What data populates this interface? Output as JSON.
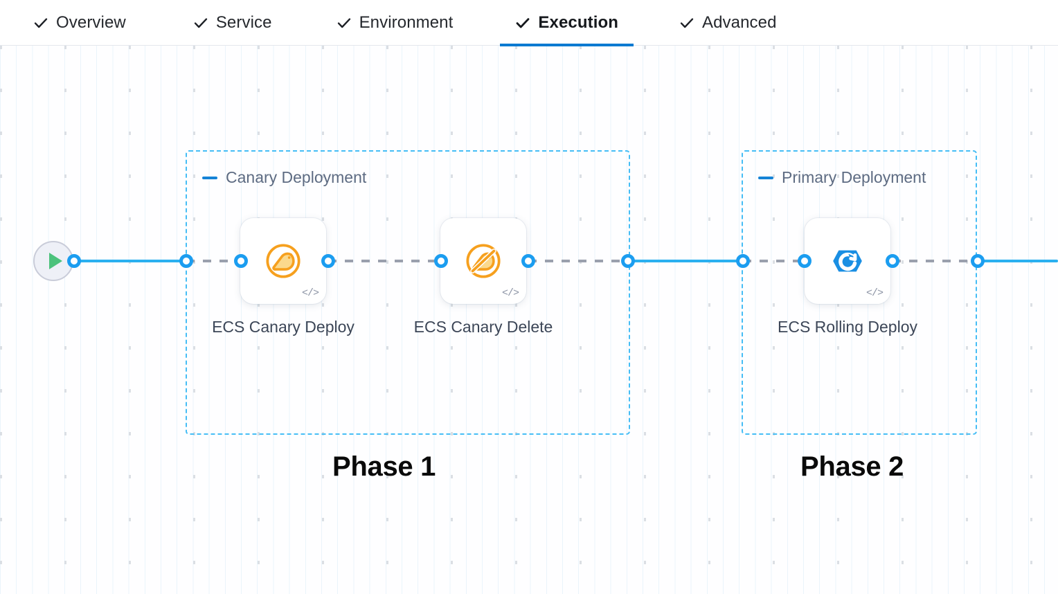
{
  "tabs": [
    {
      "label": "Overview",
      "icon": "check-icon",
      "active": false
    },
    {
      "label": "Service",
      "icon": "check-icon",
      "active": false
    },
    {
      "label": "Environment",
      "icon": "check-icon",
      "active": false
    },
    {
      "label": "Execution",
      "icon": "check-icon",
      "active": true
    },
    {
      "label": "Advanced",
      "icon": "check-icon",
      "active": false
    }
  ],
  "colors": {
    "accent_blue": "#0b7ad1",
    "edge_blue": "#2ab0f0",
    "port_blue": "#1b9df0",
    "group_border": "#45bdf5",
    "canary_orange": "#f6a01e",
    "rolling_blue": "#1a8fe3",
    "start_green": "#4cc27c",
    "edge_dashed_gray": "#9aa0ad",
    "group_title_gray": "#5d6b82"
  },
  "canvas": {
    "start_node": {
      "name": "pipeline-start",
      "icon": "play-icon"
    },
    "groups": [
      {
        "id": "canary-deployment",
        "title": "Canary Deployment",
        "collapse_icon": "minus-icon",
        "phase_label": "Phase 1",
        "steps": [
          {
            "id": "ecs-canary-deploy",
            "label": "ECS Canary Deploy",
            "icon": "canary-bird-icon",
            "badge": "</>"
          },
          {
            "id": "ecs-canary-delete",
            "label": "ECS Canary Delete",
            "icon": "canary-bird-delete-icon",
            "badge": "</>"
          }
        ]
      },
      {
        "id": "primary-deployment",
        "title": "Primary Deployment",
        "collapse_icon": "minus-icon",
        "phase_label": "Phase 2",
        "steps": [
          {
            "id": "ecs-rolling-deploy",
            "label": "ECS Rolling Deploy",
            "icon": "rolling-deploy-icon",
            "badge": "</>"
          }
        ]
      }
    ]
  }
}
